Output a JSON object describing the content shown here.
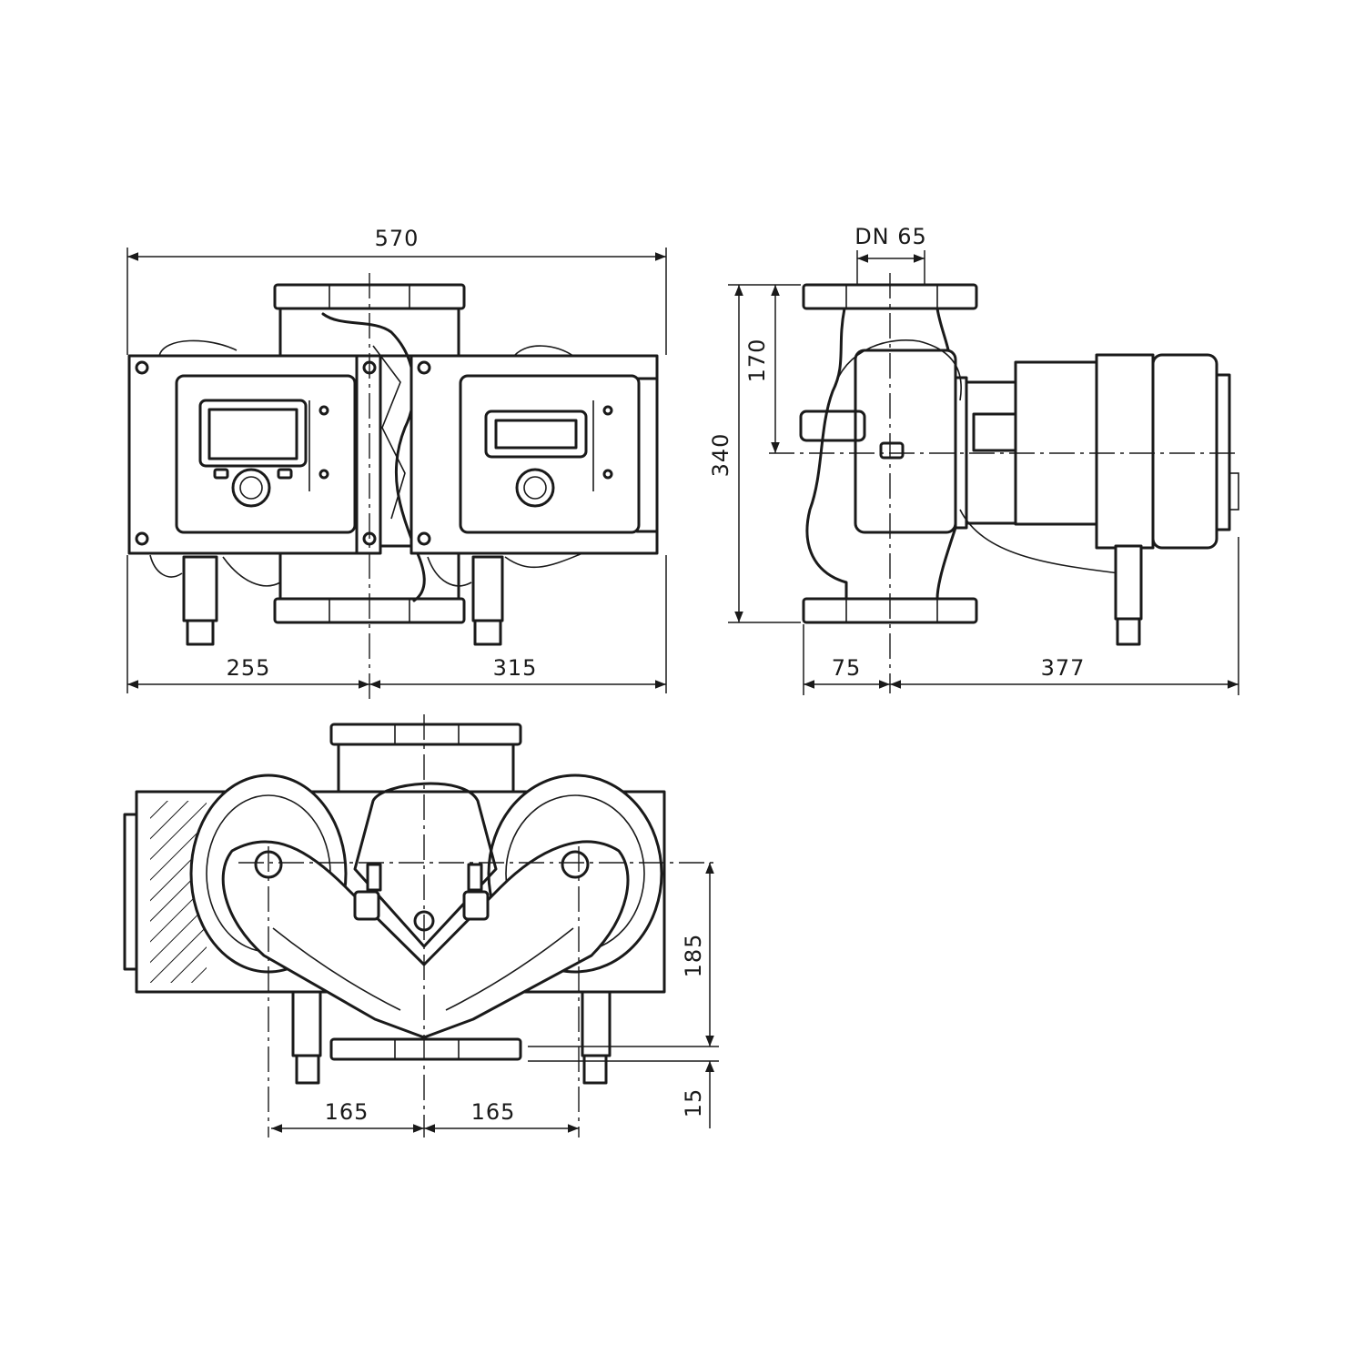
{
  "dimensions": {
    "overall_width": "570",
    "left_to_axis": "255",
    "axis_to_right": "315",
    "nominal_diameter": "DN 65",
    "overall_height": "340",
    "flange_to_axis": "170",
    "flange_to_pipe_axis": "75",
    "pipe_axis_to_motor_end": "377",
    "motor_axis_spacing_left": "165",
    "motor_axis_spacing_right": "165",
    "axis_offset": "185",
    "base_offset": "15"
  }
}
